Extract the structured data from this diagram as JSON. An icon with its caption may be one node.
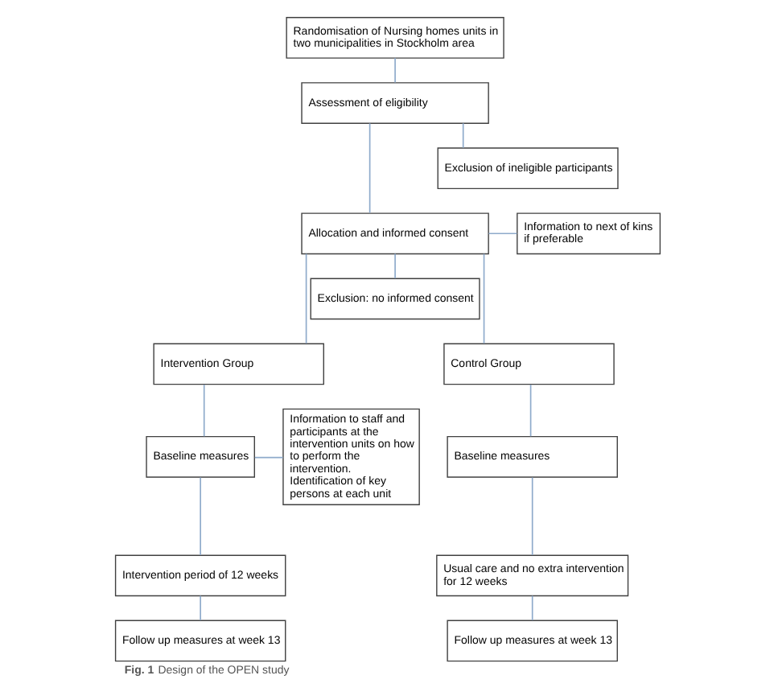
{
  "diagram": {
    "caption": "**Fig. 1** Design of the OPEN study",
    "nodes": [
      {
        "text": [
          "Randomisation of Nursing homes units in two municipalities in Stockholm area"
        ]
      },
      {
        "text": [
          "Assessment of eligibility"
        ]
      },
      {
        "text": [
          "Exclusion of ineligible participants"
        ]
      },
      {
        "text": [
          "Allocation and informed consent"
        ]
      },
      {
        "text": [
          "Information to next of kins if preferable"
        ]
      },
      {
        "text": [
          "Exclusion: no informed consent"
        ]
      },
      {
        "text": [
          "Intervention Group"
        ]
      },
      {
        "text": [
          "Control Group"
        ]
      },
      {
        "text": [
          "Baseline measures"
        ]
      },
      {
        "text": [
          "Information to staff and participants at the intervention units on how to perform the intervention. Identification of key persons at each unit"
        ]
      },
      {
        "text": [
          "Baseline measures"
        ]
      },
      {
        "text": [
          "Intervention period of 12 weeks"
        ]
      },
      {
        "text": [
          "Usual care and no extra intervention for 12 weeks"
        ]
      },
      {
        "text": [
          "Follow up measures at week 13"
        ]
      },
      {
        "text": [
          "Follow up measures at week 13"
        ]
      }
    ],
    "edges": [
      {
        "from": 0,
        "to": 1,
        "arrow": "none"
      },
      {
        "from": 1,
        "to": 3,
        "arrow": "none"
      },
      {
        "from": 1,
        "to": 2,
        "arrow": "none"
      },
      {
        "from": 3,
        "to": 6,
        "arrow": "none"
      },
      {
        "from": 3,
        "to": 5,
        "arrow": "none"
      },
      {
        "from": 3,
        "to": 7,
        "arrow": "none"
      },
      {
        "from": 3,
        "to": 4,
        "arrow": "none"
      },
      {
        "from": 6,
        "to": 8,
        "arrow": "none"
      },
      {
        "from": 8,
        "to": 9,
        "arrow": "none"
      },
      {
        "from": 8,
        "to": 11,
        "arrow": "none"
      },
      {
        "from": 11,
        "to": 13,
        "arrow": "none"
      },
      {
        "from": 7,
        "to": 10,
        "arrow": "none"
      },
      {
        "from": 10,
        "to": 12,
        "arrow": "none"
      },
      {
        "from": 12,
        "to": 14,
        "arrow": "none"
      }
    ]
  }
}
